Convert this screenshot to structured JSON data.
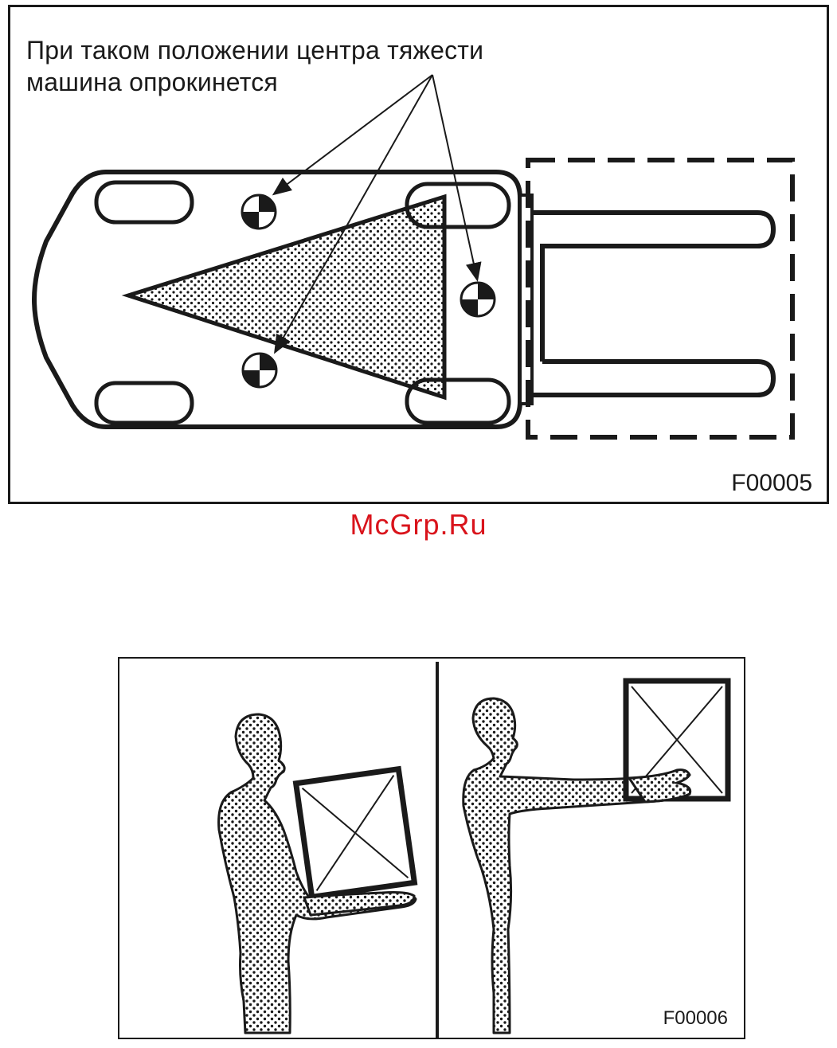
{
  "figure1": {
    "caption_line1": "При таком положении центра тяжести",
    "caption_line2": "машина опрокинется",
    "code": "F00005"
  },
  "watermark": "McGrp.Ru",
  "figure2": {
    "code": "F00006"
  },
  "colors": {
    "line": "#1a1a1a",
    "dots": "#1a1a1a",
    "watermark": "#d9131b"
  },
  "icons": [
    "center-of-gravity-icon",
    "arrow-icon",
    "box-icon"
  ]
}
